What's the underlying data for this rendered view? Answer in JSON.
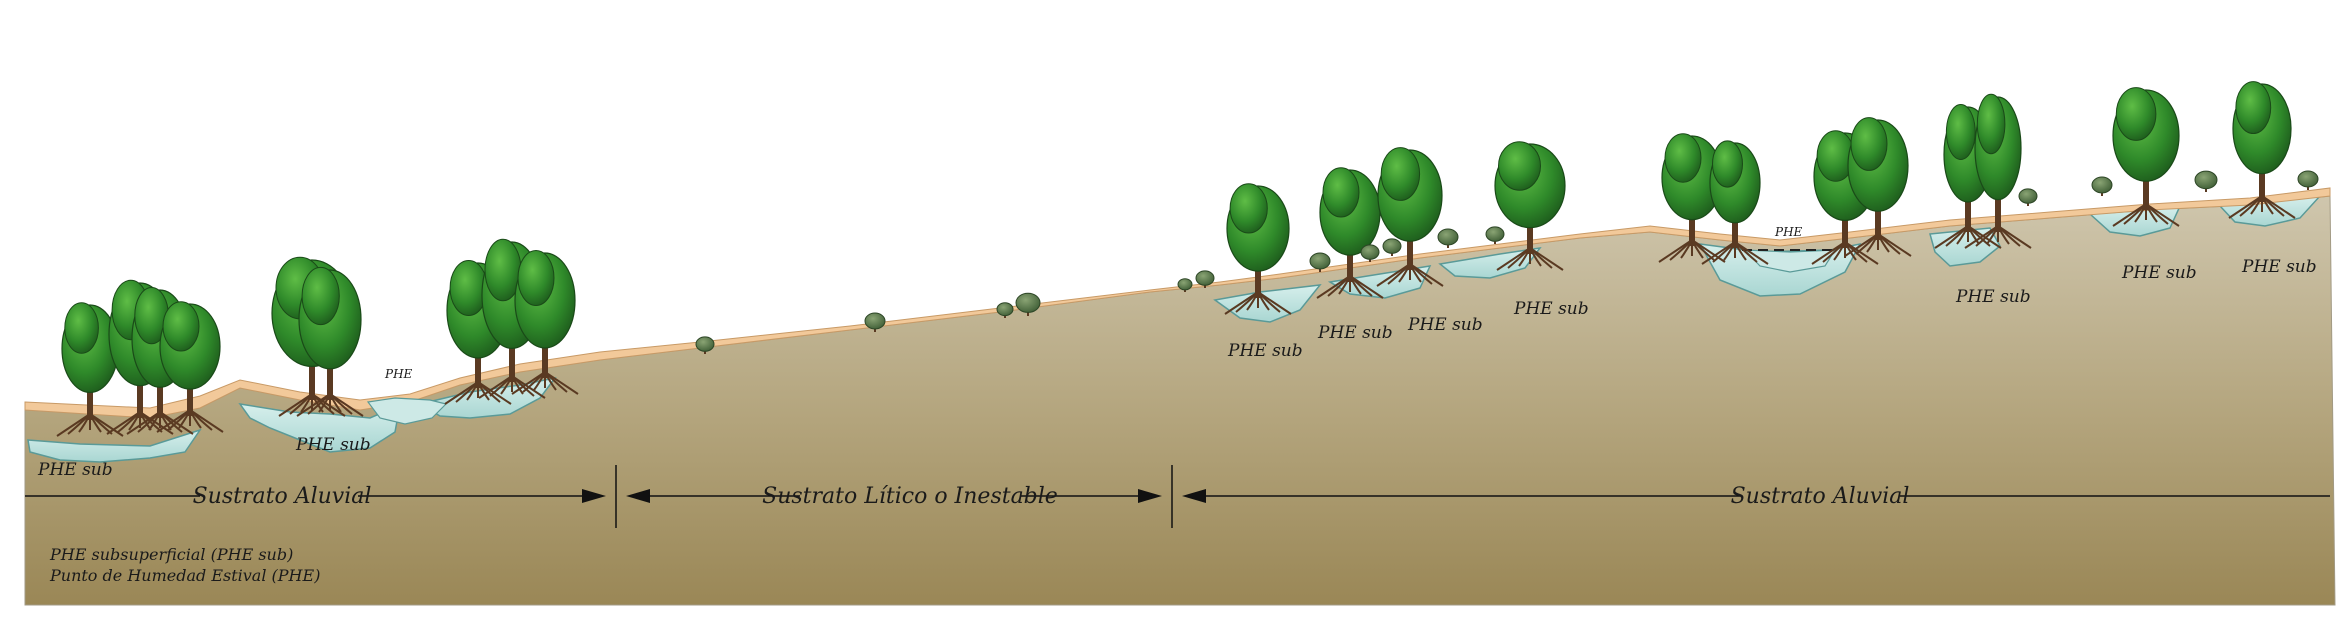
{
  "substrate_labels": {
    "left": "Sustrato Aluvial",
    "middle": "Sustrato Lítico o Inestable",
    "right": "Sustrato Aluvial"
  },
  "phe_sub_label": "PHE sub",
  "phe_label": "PHE",
  "legend": {
    "line1": "PHE subsuperficial (PHE sub)",
    "line2": "Punto de Humedad Estival (PHE)"
  },
  "colors": {
    "ground_top": "#c9bfa4",
    "ground_bottom": "#9c8a5a",
    "sand": "#f2c99a",
    "groundwater": "#bfe0dc",
    "water_outline": "#5a9a98",
    "tree_dark": "#1f5e1e",
    "tree_mid": "#2f8a2a",
    "tree_light": "#4fae3c",
    "trunk": "#5a3a22",
    "arrow": "#111111"
  }
}
